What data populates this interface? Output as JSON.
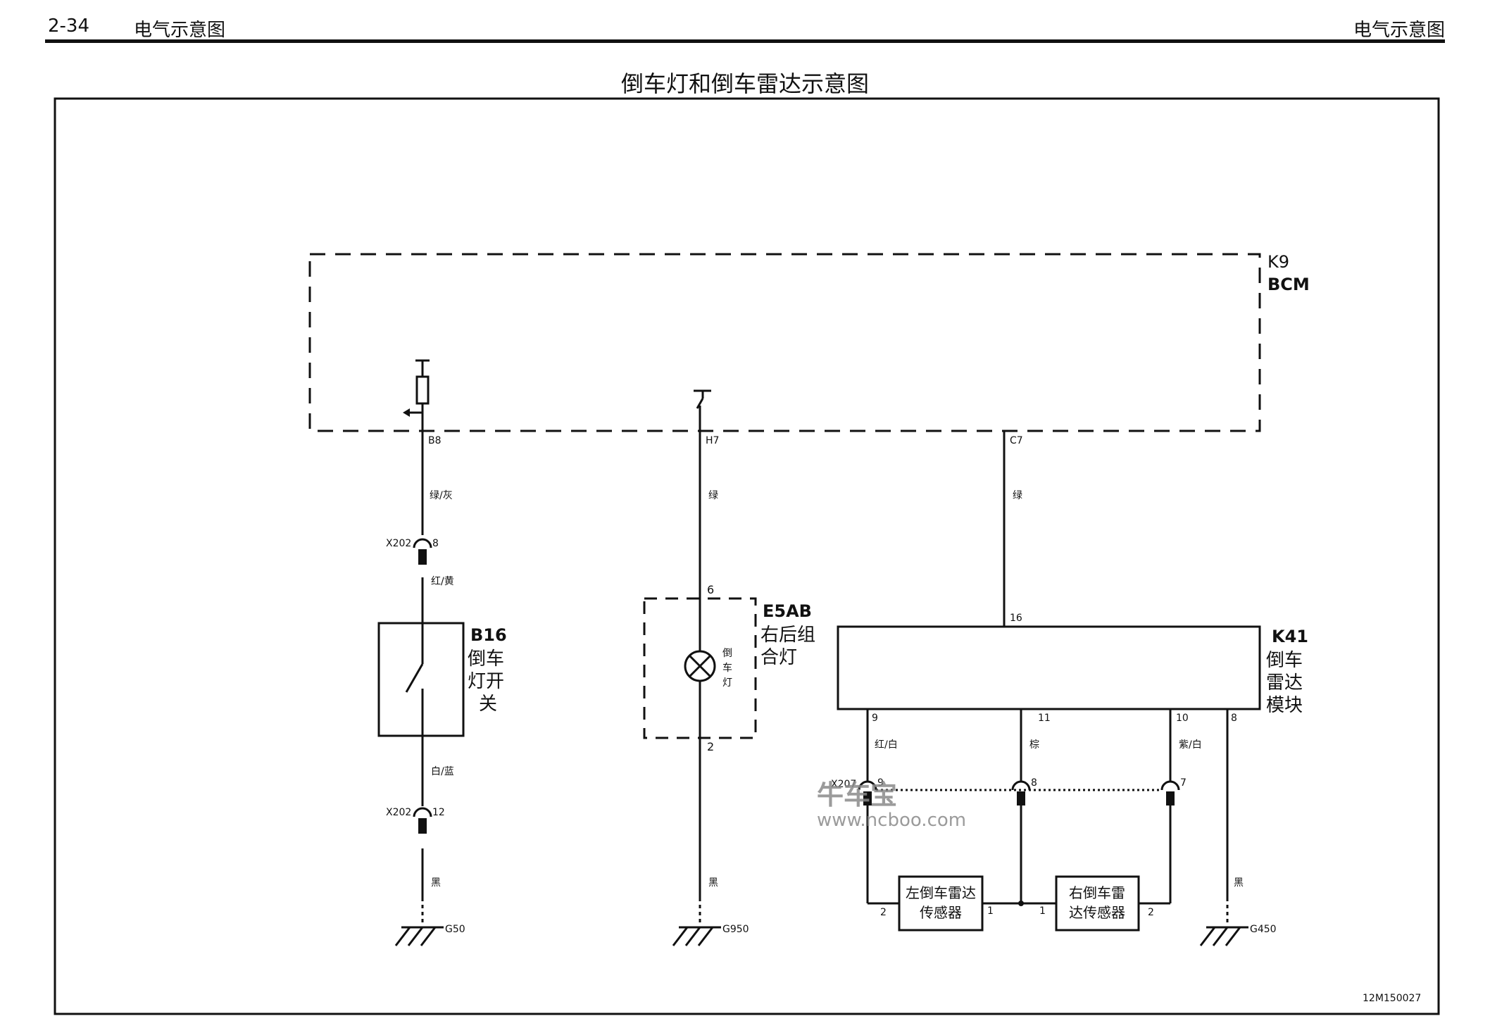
{
  "header": {
    "page_number": "2-34",
    "section_left": "电气示意图",
    "section_right": "电气示意图",
    "title": "倒车灯和倒车雷达示意图"
  },
  "components": {
    "k9": {
      "id": "K9",
      "name": "BCM"
    },
    "b16": {
      "id": "B16",
      "name_line1": "倒车",
      "name_line2": "灯开",
      "name_line3": "关"
    },
    "e5ab": {
      "id": "E5AB",
      "name_line1": "右后组",
      "name_line2": "合灯",
      "lamp_label": [
        "倒",
        "车",
        "灯"
      ]
    },
    "k41": {
      "id": "K41",
      "name_line1": "倒车",
      "name_line2": "雷达",
      "name_line3": "模块"
    },
    "left_sensor": {
      "line1": "左倒车雷达",
      "line2": "传感器"
    },
    "right_sensor": {
      "line1": "右倒车雷",
      "line2": "达传感器"
    }
  },
  "pins": {
    "b8": "B8",
    "h7": "H7",
    "c7": "C7",
    "x202_8": "8",
    "x202_12": "12",
    "e5ab_6": "6",
    "e5ab_2": "2",
    "k41_16": "16",
    "k41_9": "9",
    "k41_11": "11",
    "k41_10": "10",
    "k41_8": "8",
    "x207_9": "9",
    "x207_8": "8",
    "x207_7": "7",
    "ls_2": "2",
    "ls_1": "1",
    "rs_1": "1",
    "rs_2": "2"
  },
  "connectors": {
    "x202": "X202",
    "x207": "X207"
  },
  "wires": {
    "green_grey": "绿/灰",
    "green_h7": "绿",
    "green_c7": "绿",
    "red_yellow": "红/黄",
    "white_blue": "白/蓝",
    "black_1": "黑",
    "black_2": "黑",
    "black_3": "黑",
    "red_white": "红/白",
    "brown": "棕",
    "purple_white": "紫/白"
  },
  "grounds": {
    "g50": "G50",
    "g950": "G950",
    "g450": "G450"
  },
  "figure_code": "12M150027",
  "watermark": {
    "logo": "牛车宝",
    "url": "www.ncboo.com"
  }
}
